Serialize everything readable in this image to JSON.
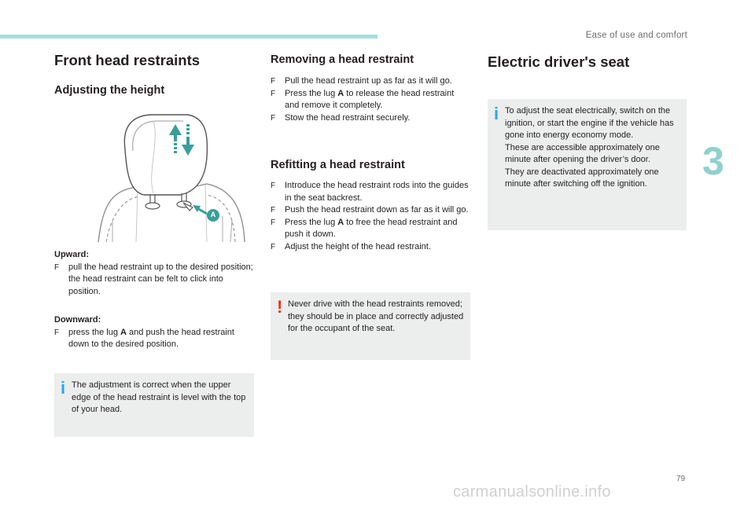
{
  "header": {
    "section": "Ease of use and comfort",
    "chapter": "3",
    "page": "79"
  },
  "watermark": "carmanualsonline.info",
  "col1": {
    "title": "Front head restraints",
    "subtitle": "Adjusting the height",
    "figure_label": "A",
    "upward_label": "Upward:",
    "upward_item": "pull the head restraint up to the desired position; the head restraint can be felt to click into position.",
    "downward_label": "Downward:",
    "downward_item_pre": "press the lug ",
    "downward_item_lug": "A",
    "downward_item_post": " and push the head restraint down to the desired position.",
    "note": "The adjustment is correct when the upper edge of the head restraint is level with the top of your head."
  },
  "col2": {
    "remove_title": "Removing a head restraint",
    "remove_items": [
      "Pull the head restraint up as far as it will go.",
      {
        "pre": "Press the lug ",
        "lug": "A",
        "post": " to release the head restraint and remove it completely."
      },
      "Stow the head restraint securely."
    ],
    "refit_title": "Refitting a head restraint",
    "refit_items": [
      "Introduce the head restraint rods into the guides in the seat backrest.",
      "Push the head restraint down as far as it will go.",
      {
        "pre": "Press the lug ",
        "lug": "A",
        "post": " to free the head restraint and push it down."
      },
      "Adjust the height of the head restraint."
    ],
    "warning": "Never drive with the head restraints removed; they should be in place and correctly adjusted for the occupant of the seat."
  },
  "col3": {
    "title": "Electric driver's seat",
    "note": "To adjust the seat electrically, switch on the ignition, or start the engine if the vehicle has gone into energy economy mode.\nThese are accessible approximately one minute after opening the driver’s door.\nThey are deactivated approximately one minute after switching off the ignition."
  },
  "glyphs": {
    "bullet": "F",
    "info": "i",
    "warn": "!"
  },
  "colors": {
    "accent": "#8fd1cd",
    "info": "#2aa6df",
    "warning": "#e63323",
    "note_bg": "#eceded"
  }
}
